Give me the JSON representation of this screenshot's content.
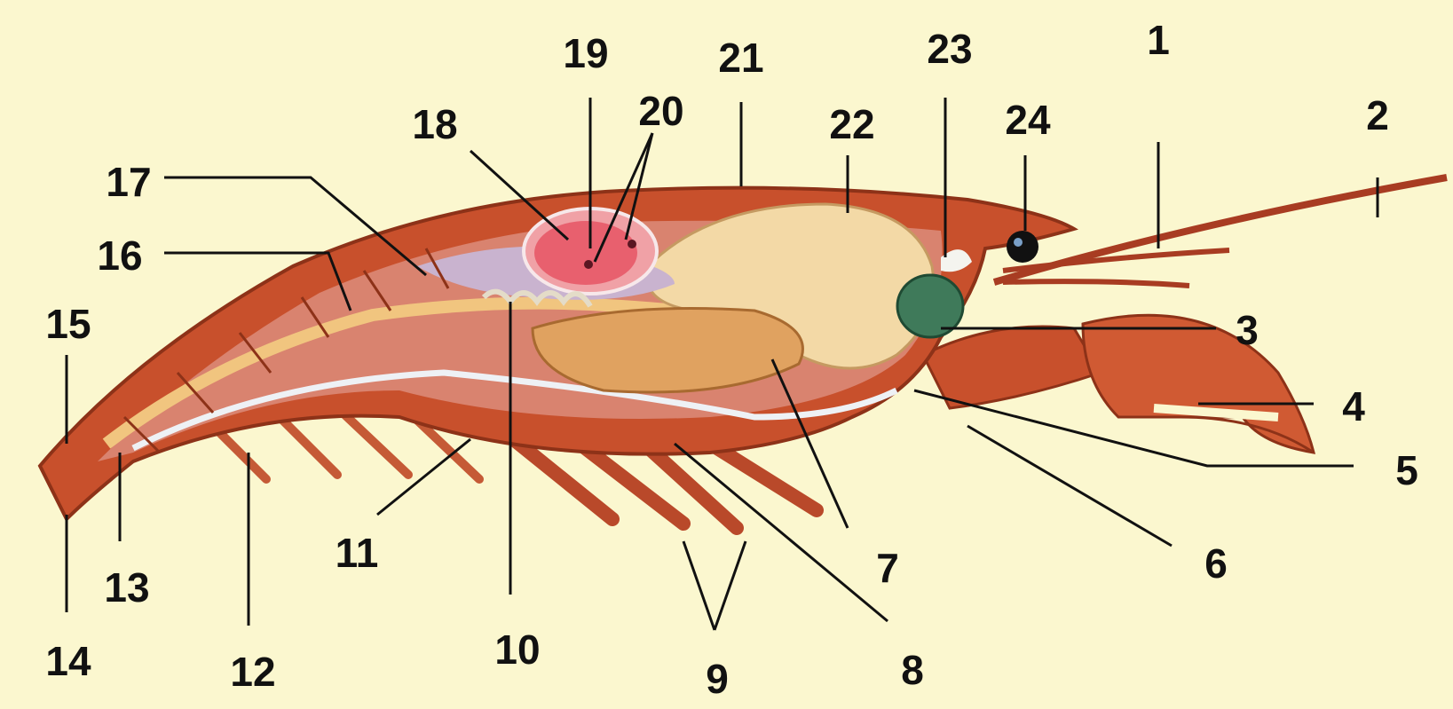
{
  "diagram": {
    "background_color": "#fbf7cf",
    "labels": [
      {
        "id": "1",
        "text": "1"
      },
      {
        "id": "2",
        "text": "2"
      },
      {
        "id": "3",
        "text": "3"
      },
      {
        "id": "4",
        "text": "4"
      },
      {
        "id": "5",
        "text": "5"
      },
      {
        "id": "6",
        "text": "6"
      },
      {
        "id": "7",
        "text": "7"
      },
      {
        "id": "8",
        "text": "8"
      },
      {
        "id": "9",
        "text": "9"
      },
      {
        "id": "10",
        "text": "10"
      },
      {
        "id": "11",
        "text": "11"
      },
      {
        "id": "12",
        "text": "12"
      },
      {
        "id": "13",
        "text": "13"
      },
      {
        "id": "14",
        "text": "14"
      },
      {
        "id": "15",
        "text": "15"
      },
      {
        "id": "16",
        "text": "16"
      },
      {
        "id": "17",
        "text": "17"
      },
      {
        "id": "18",
        "text": "18"
      },
      {
        "id": "19",
        "text": "19"
      },
      {
        "id": "20",
        "text": "20"
      },
      {
        "id": "21",
        "text": "21"
      },
      {
        "id": "22",
        "text": "22"
      },
      {
        "id": "23",
        "text": "23"
      },
      {
        "id": "24",
        "text": "24"
      }
    ],
    "colors": {
      "shell": "#c8502c",
      "muscle": "#d9836f",
      "organ_cream": "#f3d9a6",
      "gland_green": "#3f7a5a",
      "heart_pink": "#e8606e",
      "eye": "#111111"
    }
  }
}
